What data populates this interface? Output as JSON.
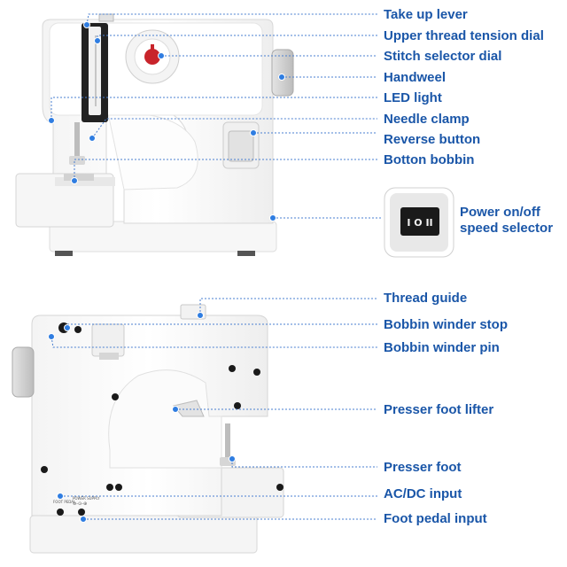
{
  "top_machine": {
    "callouts": [
      {
        "id": "take-up-lever",
        "label": "Take up lever"
      },
      {
        "id": "upper-thread-tension-dial",
        "label": "Upper thread tension dial"
      },
      {
        "id": "stitch-selector-dial",
        "label": "Stitch selector dial"
      },
      {
        "id": "handweel",
        "label": "Handweel"
      },
      {
        "id": "led-light",
        "label": "LED light"
      },
      {
        "id": "needle-clamp",
        "label": "Needle clamp"
      },
      {
        "id": "reverse-button",
        "label": "Reverse button"
      },
      {
        "id": "botton-bobbin",
        "label": "Botton bobbin"
      }
    ],
    "power": {
      "line1": "Power on/off",
      "line2": "speed selector",
      "switch_text": "I O II"
    }
  },
  "bottom_machine": {
    "callouts": [
      {
        "id": "thread-guide",
        "label": "Thread guide"
      },
      {
        "id": "bobbin-winder-stop",
        "label": "Bobbin winder stop"
      },
      {
        "id": "bobbin-winder-pin",
        "label": "Bobbin winder pin"
      },
      {
        "id": "presser-foot-lifter",
        "label": "Presser foot lifter"
      },
      {
        "id": "presser-foot",
        "label": "Presser foot"
      },
      {
        "id": "ac-dc-input",
        "label": "AC/DC input"
      },
      {
        "id": "foot-pedal-input",
        "label": "Foot pedal input"
      }
    ],
    "port_labels": {
      "foot_pedal": "FOOT PEDAL",
      "power_supply": "POWER SUPPLY",
      "power_symbol": "⊖-⊙-⊕"
    }
  },
  "colors": {
    "label_text": "#1a56a8",
    "leader_line": "#4a7fd0",
    "dot": "#2f7de1",
    "machine_body": "#ffffff",
    "machine_outline": "#d7d7d7",
    "handwheel": "#cfcfcf",
    "stitch_dial_accent": "#c8242b"
  }
}
